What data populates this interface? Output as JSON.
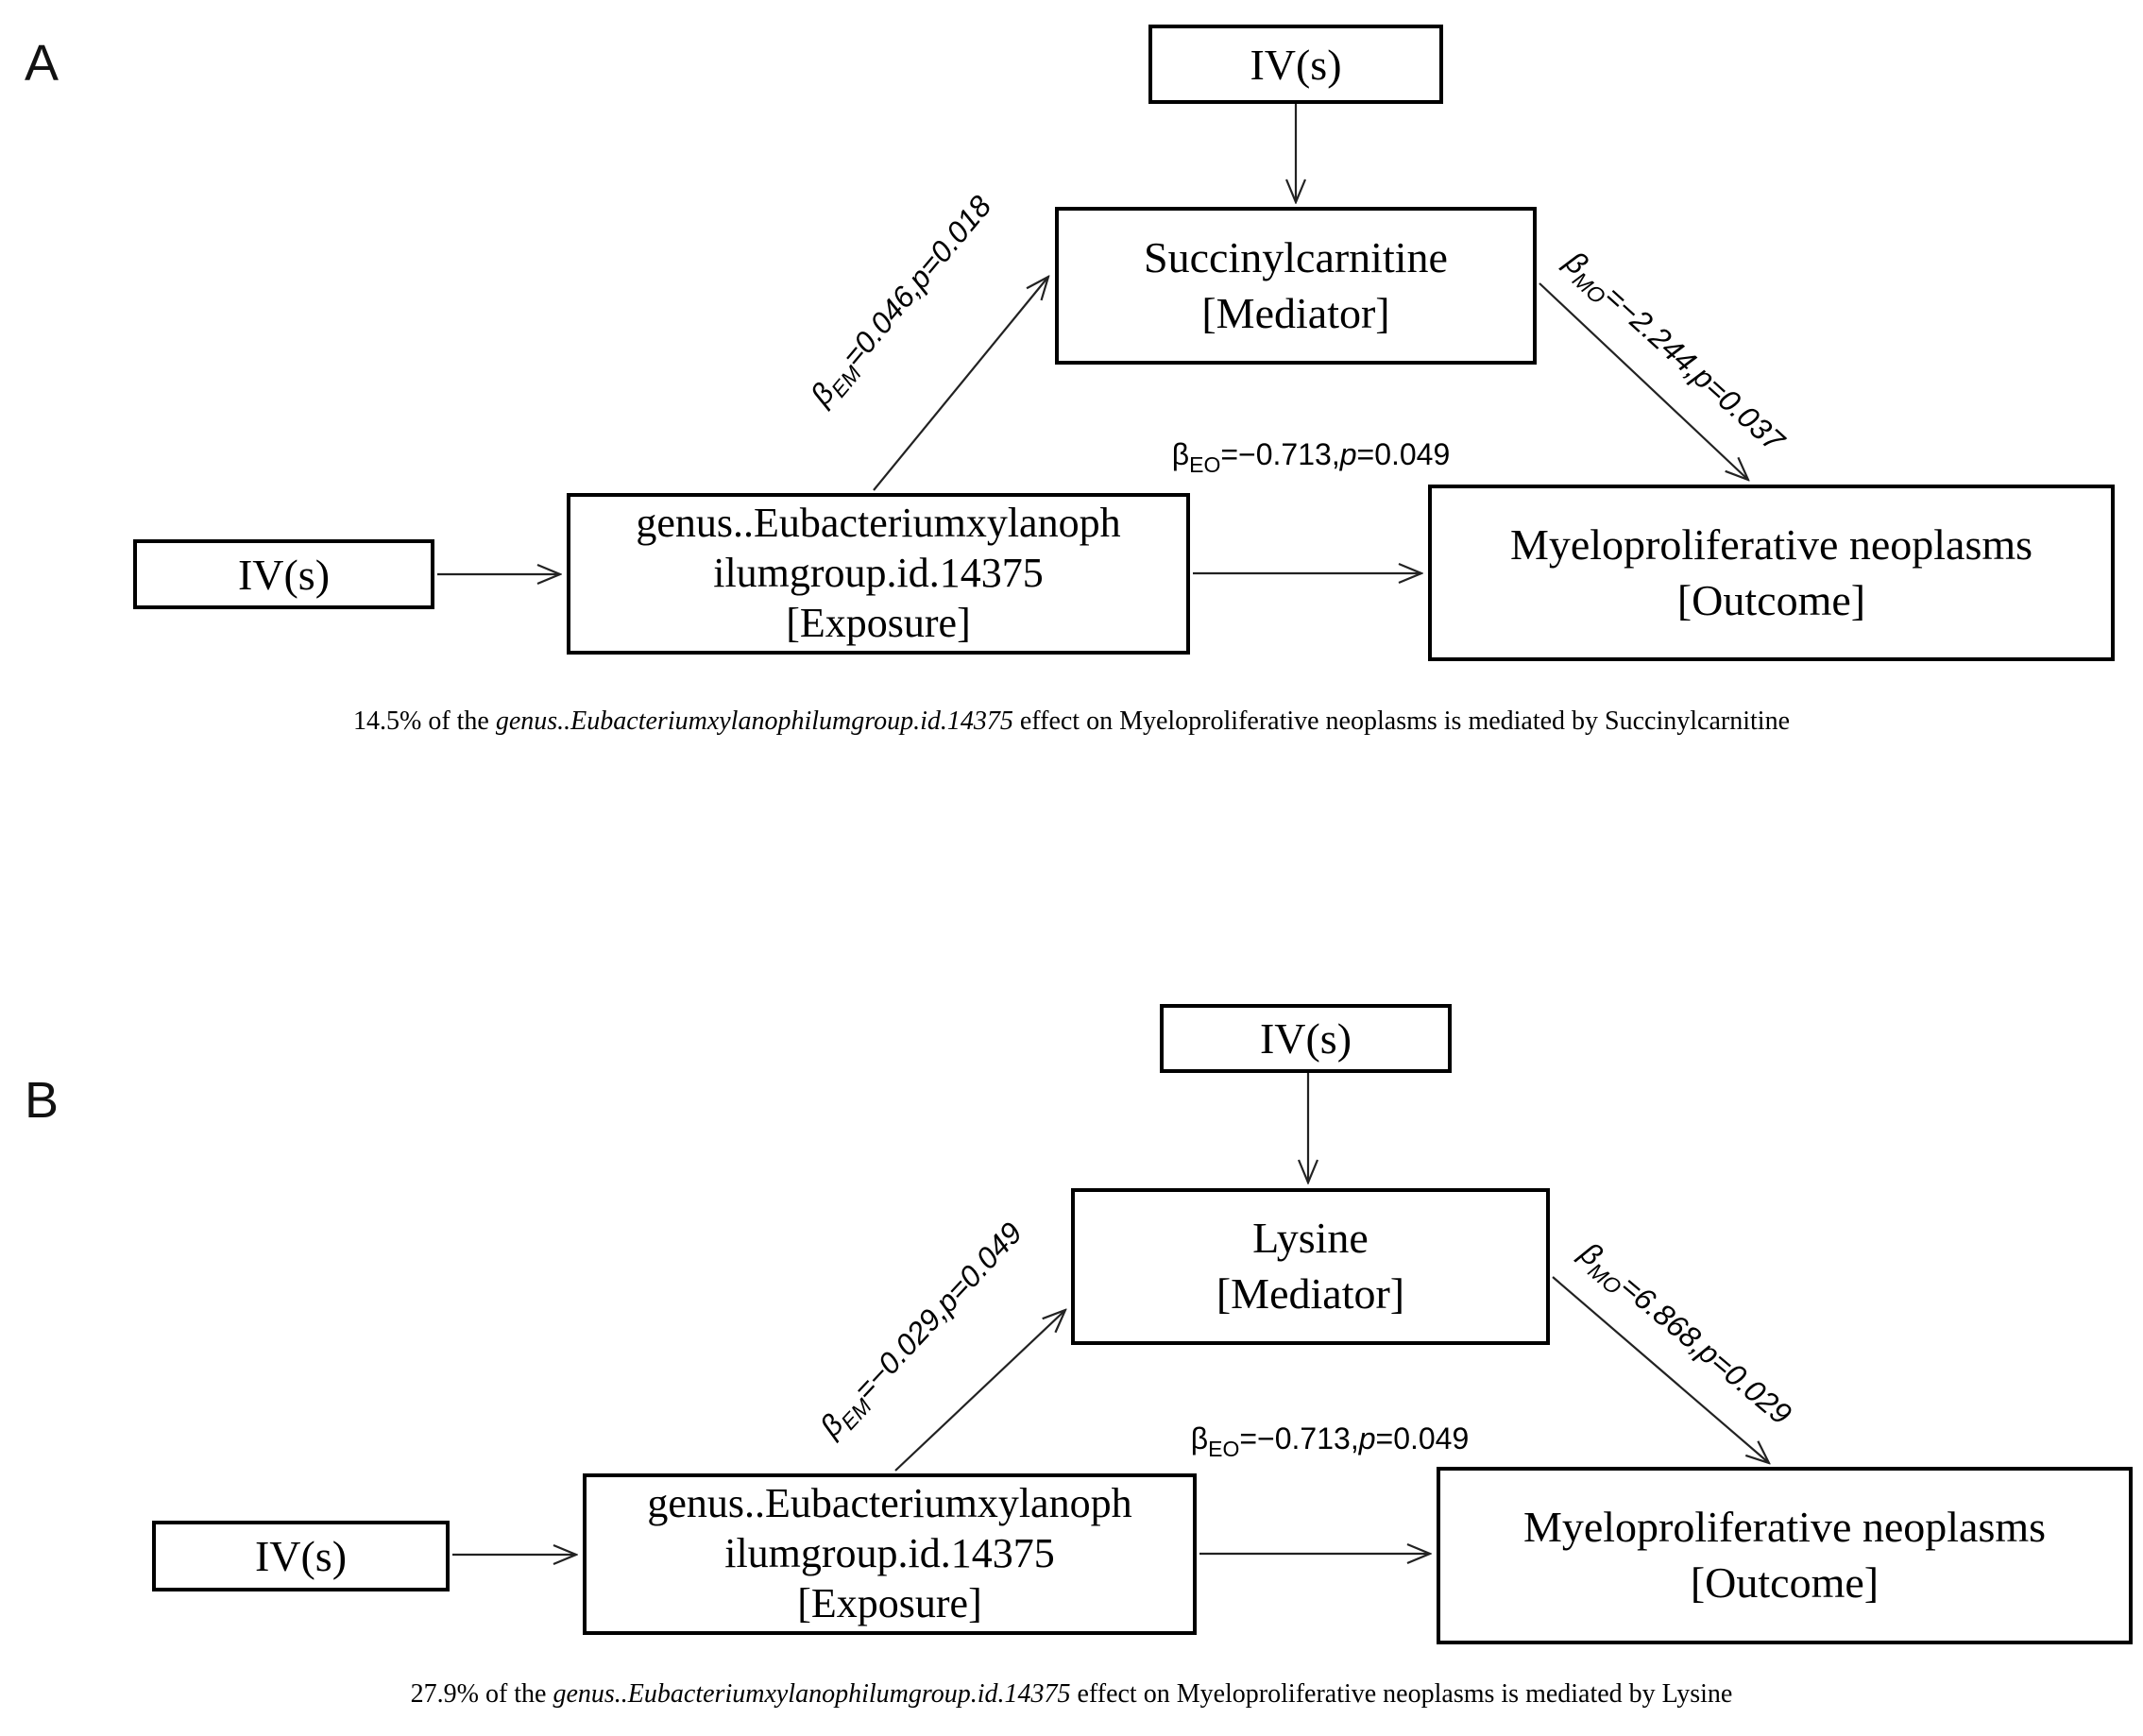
{
  "panels": [
    {
      "label": "A",
      "iv_top": "IV(s)",
      "iv_left": "IV(s)",
      "mediator": {
        "line1": "Succinylcarnitine",
        "line2": "[Mediator]"
      },
      "exposure": {
        "line1": "genus..Eubacteriumxylanoph",
        "line2": "ilumgroup.id.14375",
        "line3": "[Exposure]"
      },
      "outcome": {
        "line1": "Myeloproliferative neoplasms",
        "line2": "[Outcome]"
      },
      "beta_em": {
        "beta": "β",
        "sub": "EM",
        "eq": "=0.046,",
        "p": "p",
        "peq": "=0.018"
      },
      "beta_mo": {
        "beta": "β",
        "sub": "MO",
        "eq": "=−2.244,",
        "p": "p",
        "peq": "=0.037"
      },
      "beta_eo": {
        "beta": "β",
        "sub": "EO",
        "eq": "=−0.713,",
        "p": "p",
        "peq": "=0.049"
      },
      "caption": {
        "prefix": "14.5% of the ",
        "italic": "genus..Eubacteriumxylanophilumgroup.id.14375",
        "suffix": " effect on Myeloproliferative neoplasms is mediated by Succinylcarnitine"
      }
    },
    {
      "label": "B",
      "iv_top": "IV(s)",
      "iv_left": "IV(s)",
      "mediator": {
        "line1": "Lysine",
        "line2": "[Mediator]"
      },
      "exposure": {
        "line1": "genus..Eubacteriumxylanoph",
        "line2": "ilumgroup.id.14375",
        "line3": "[Exposure]"
      },
      "outcome": {
        "line1": "Myeloproliferative neoplasms",
        "line2": "[Outcome]"
      },
      "beta_em": {
        "beta": "β",
        "sub": "EM",
        "eq": "=−0.029,",
        "p": "p",
        "peq": "=0.049"
      },
      "beta_mo": {
        "beta": "β",
        "sub": "MO",
        "eq": "=6.868,",
        "p": "p",
        "peq": "=0.029"
      },
      "beta_eo": {
        "beta": "β",
        "sub": "EO",
        "eq": "=−0.713,",
        "p": "p",
        "peq": "=0.049"
      },
      "caption": {
        "prefix": "27.9% of the ",
        "italic": "genus..Eubacteriumxylanophilumgroup.id.14375",
        "suffix": " effect on Myeloproliferative neoplasms is mediated by Lysine"
      }
    }
  ]
}
